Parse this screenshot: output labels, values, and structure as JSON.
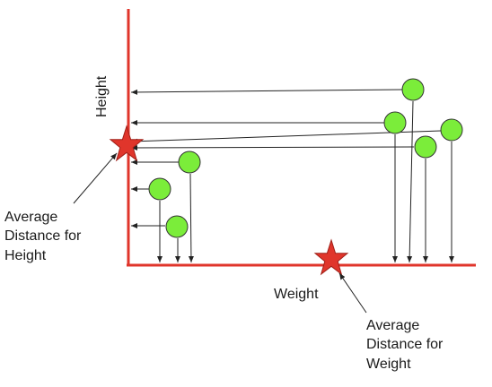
{
  "labels": {
    "x_axis": "Weight",
    "y_axis": "Height",
    "height_annotation": [
      "Average",
      "Distance for",
      "Height"
    ],
    "weight_annotation": [
      "Average",
      "Distance for",
      "Weight"
    ]
  },
  "colors": {
    "axis": "#e0352b",
    "point_fill": "#7bed3a",
    "point_stroke": "#333333",
    "star_fill": "#e0352b",
    "star_stroke": "#a02018",
    "arrow": "#222222"
  },
  "icons": {
    "point": "green-circle-icon",
    "average": "red-star-icon"
  }
}
